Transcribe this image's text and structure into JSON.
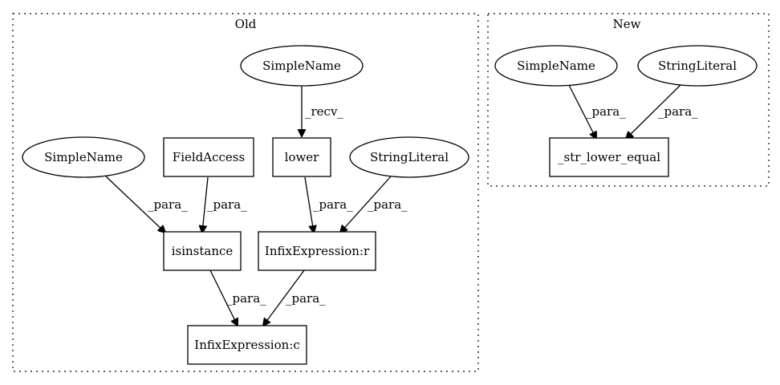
{
  "clusters": {
    "old": {
      "label": "Old"
    },
    "new": {
      "label": "New"
    }
  },
  "nodes": {
    "old_simplename_top": {
      "label": "SimpleName",
      "shape": "ellipse"
    },
    "old_simplename_left": {
      "label": "SimpleName",
      "shape": "ellipse"
    },
    "old_fieldaccess": {
      "label": "FieldAccess",
      "shape": "box"
    },
    "old_lower": {
      "label": "lower",
      "shape": "box"
    },
    "old_stringliteral": {
      "label": "StringLiteral",
      "shape": "ellipse"
    },
    "old_isinstance": {
      "label": "isinstance",
      "shape": "box"
    },
    "old_infix_r": {
      "label": "InfixExpression:r",
      "shape": "box"
    },
    "old_infix_c": {
      "label": "InfixExpression:c",
      "shape": "box"
    },
    "new_simplename": {
      "label": "SimpleName",
      "shape": "ellipse"
    },
    "new_stringliteral": {
      "label": "StringLiteral",
      "shape": "ellipse"
    },
    "new_str_lower_equal": {
      "label": "_str_lower_equal",
      "shape": "box"
    }
  },
  "edges": {
    "recv": "_recv_",
    "para": "_para_"
  }
}
